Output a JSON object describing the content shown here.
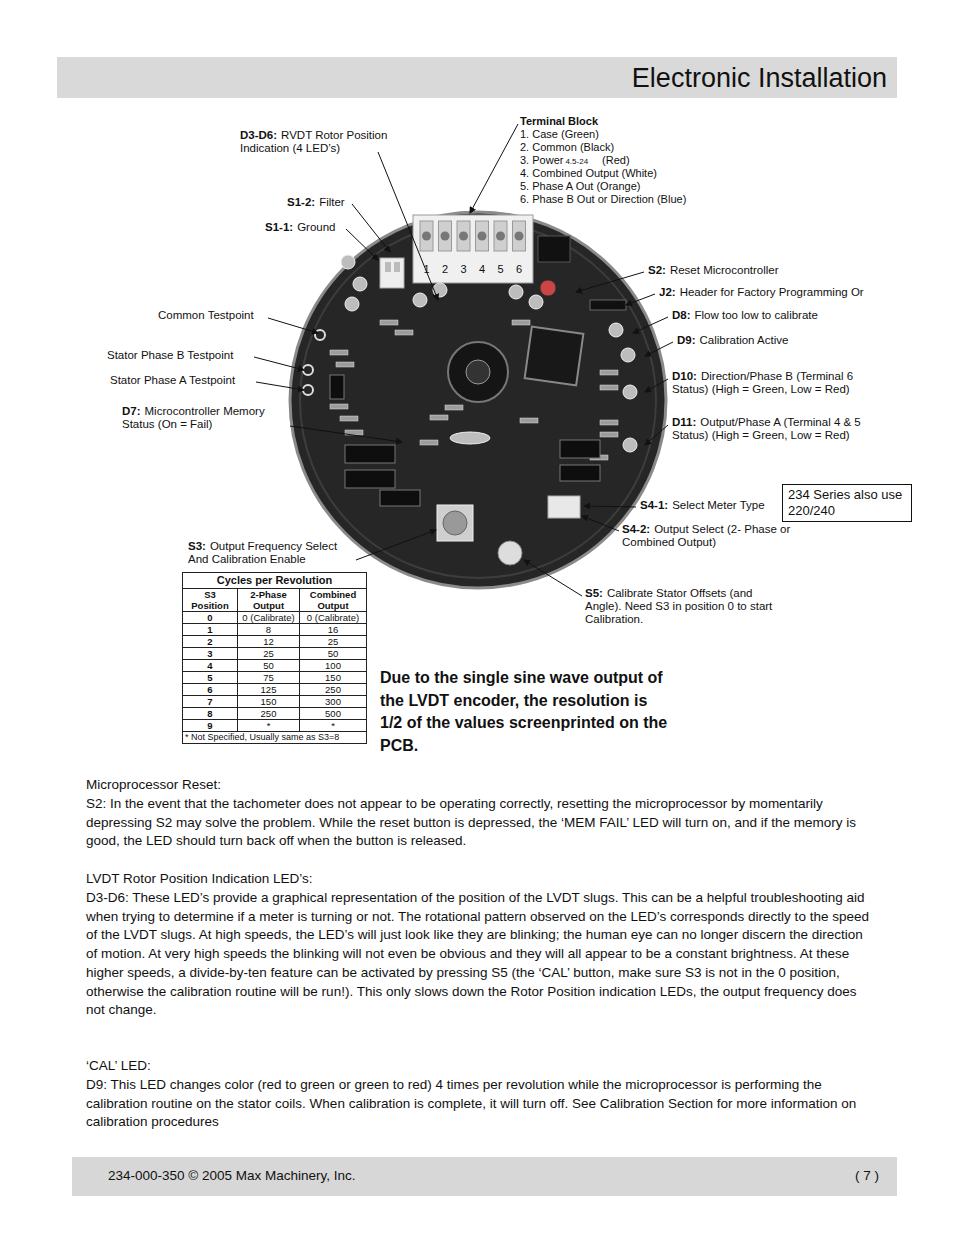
{
  "diagram": {
    "title": "Electronic Installation",
    "nodes": [
      {
        "text": [
          "234 Series also use 220/240"
        ]
      },
      {
        "text": [
          "234-000-350 © 2005 Max Machinery, Inc.",
          "( 7 )"
        ]
      }
    ],
    "labels": [
      "1",
      "2",
      "3",
      "4",
      "5",
      "6",
      "D3-D6:",
      "RVDT Rotor Position Indication (4 LED’s)",
      "Terminal Block",
      "1. Case (Green)",
      "2. Common (Black)",
      "3. Power",
      "4.5-24",
      "(Red)",
      "4. Combined Output (White)",
      "5. Phase A Out (Orange)",
      "6. Phase B Out or Direction (Blue)",
      "S1-2:",
      "Filter",
      "S1-1:",
      "Ground",
      "Common Testpoint",
      "Stator Phase B Testpoint",
      "Stator Phase A Testpoint",
      "D7:",
      "Microcontroller Memory Status (On = Fail)",
      "S2:",
      "Reset Microcontroller",
      "J2:",
      "Header for Factory Programming Or",
      "D8:",
      "Flow too low to calibrate",
      "D9:",
      "Calibration Active",
      "D10:",
      "Direction/Phase B (Terminal 6 Status) (High = Green, Low = Red)",
      "D11:",
      "Output/Phase A (Terminal 4 & 5 Status) (High = Green, Low = Red)",
      "S4-1:",
      "Select Meter Type",
      "S4-2:",
      "Output Select (2- Phase or Combined Output)",
      "S3:",
      "Output Frequency Select And Calibration Enable",
      "S5:",
      "Calibrate Stator Offsets (and Angle). Need S3 in position 0 to start Calibration.",
      "Cycles per Revolution",
      "S3 Position",
      "2-Phase Output",
      "Combined Output",
      "0",
      "0 (Calibrate)",
      "0 (Calibrate)",
      "1",
      "8",
      "16",
      "2",
      "12",
      "25",
      "3",
      "25",
      "50",
      "4",
      "50",
      "100",
      "5",
      "75",
      "150",
      "6",
      "125",
      "250",
      "7",
      "150",
      "300",
      "8",
      "250",
      "500",
      "9",
      "*",
      "*",
      "* Not Specified, Usually same as S3=8",
      "Due to the single sine wave output of the LVDT encoder, the resolution is 1/2 of the values screenprinted on the PCB.",
      "Microprocessor Reset:",
      "S2: In the event that the tachometer does not appear to be operating correctly, resetting the microprocessor by momentarily depressing S2 may solve the problem. While the reset button is depressed, the ‘MEM FAIL’ LED will turn on, and if the memory is good, the LED should turn back off when the button is released.",
      "LVDT Rotor Position Indication LED’s:",
      "D3-D6: These LED’s provide a graphical representation of the position of the LVDT slugs. This can be a helpful troubleshooting aid when trying to determine if a meter is turning or not. The rotational pattern observed on the LED’s corresponds directly to the speed of the LVDT slugs. At high speeds, the LED’s will just look like they are blinking; the human eye can no longer discern the direction of motion. At very high speeds the blinking will not even be obvious and they will all appear to be a constant brightness. At these higher speeds, a divide-by-ten feature can be activated by pressing S5 (the ‘CAL’ button, make sure S3 is not in the 0 position, otherwise the calibration routine will be run!). This only slows down the Rotor Position indication LEDs, the output frequency does not change.",
      "‘CAL’ LED:",
      "D9: This LED changes color (red to green or green to red) 4 times per revolution while the microprocessor is performing the calibration routine on the stator coils. When calibration is complete, it will turn off. See Calibration Section for more information on calibration procedures"
    ]
  }
}
